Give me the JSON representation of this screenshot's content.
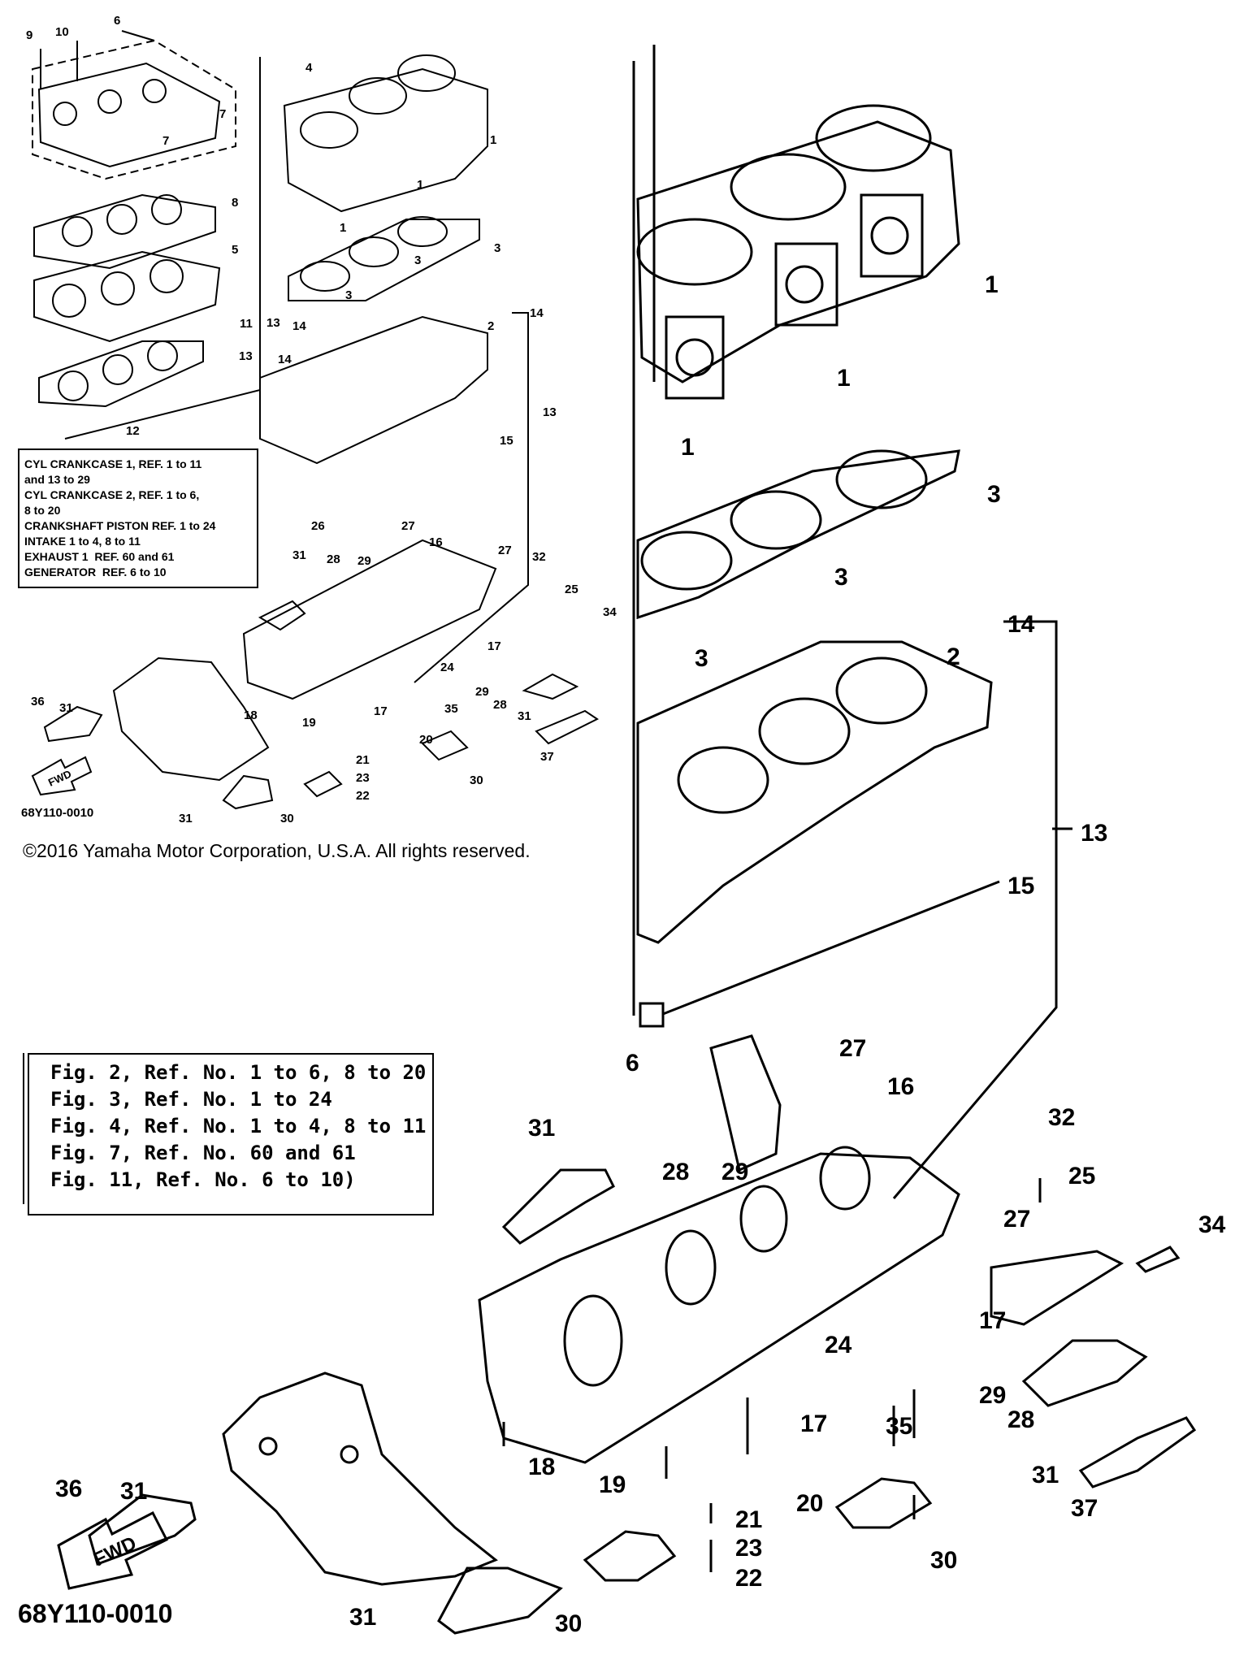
{
  "small_diagram": {
    "labels": [
      "9",
      "10",
      "6",
      "4",
      "7",
      "7",
      "1",
      "1",
      "1",
      "8",
      "3",
      "3",
      "3",
      "5",
      "11",
      "13",
      "14",
      "2",
      "14",
      "13",
      "14",
      "12",
      "15",
      "13",
      "26",
      "27",
      "16",
      "31",
      "28",
      "29",
      "32",
      "25",
      "34",
      "27",
      "17",
      "24",
      "29",
      "28",
      "31",
      "36",
      "31",
      "18",
      "19",
      "17",
      "35",
      "20",
      "21",
      "30",
      "23",
      "22",
      "37",
      "31",
      "30"
    ],
    "ref_box": [
      "CYL CRANKCASE 1, REF. 1 to 11",
      "and 13 to 29",
      "CYL CRANKCASE 2, REF. 1 to 6,",
      "8 to 20",
      "CRANKSHAFT PISTON REF. 1 to 24",
      "INTAKE 1 to 4, 8 to 11",
      "EXHAUST 1  REF. 60 and 61",
      "GENERATOR  REF. 6 to 10"
    ],
    "fwd": "FWD",
    "diagram_code": "68Y110-0010"
  },
  "copyright": "©2016 Yamaha Motor Corporation, U.S.A. All rights reserved.",
  "large_diagram": {
    "labels": [
      "1",
      "1",
      "1",
      "3",
      "3",
      "3",
      "14",
      "2",
      "13",
      "15",
      "6",
      "27",
      "16",
      "31",
      "28",
      "29",
      "32",
      "25",
      "34",
      "27",
      "17",
      "24",
      "29",
      "28",
      "31",
      "36",
      "31",
      "18",
      "19",
      "17",
      "35",
      "20",
      "21",
      "30",
      "23",
      "22",
      "37",
      "31",
      "30"
    ],
    "fig_box": [
      "Fig. 2, Ref. No. 1 to 6, 8 to 20",
      "Fig. 3, Ref. No. 1 to 24",
      "Fig. 4, Ref. No. 1 to 4, 8 to 11",
      "Fig. 7, Ref. No. 60 and 61",
      "Fig. 11, Ref. No. 6 to 10)"
    ],
    "fwd": "FWD",
    "diagram_code": "68Y110-0010"
  }
}
